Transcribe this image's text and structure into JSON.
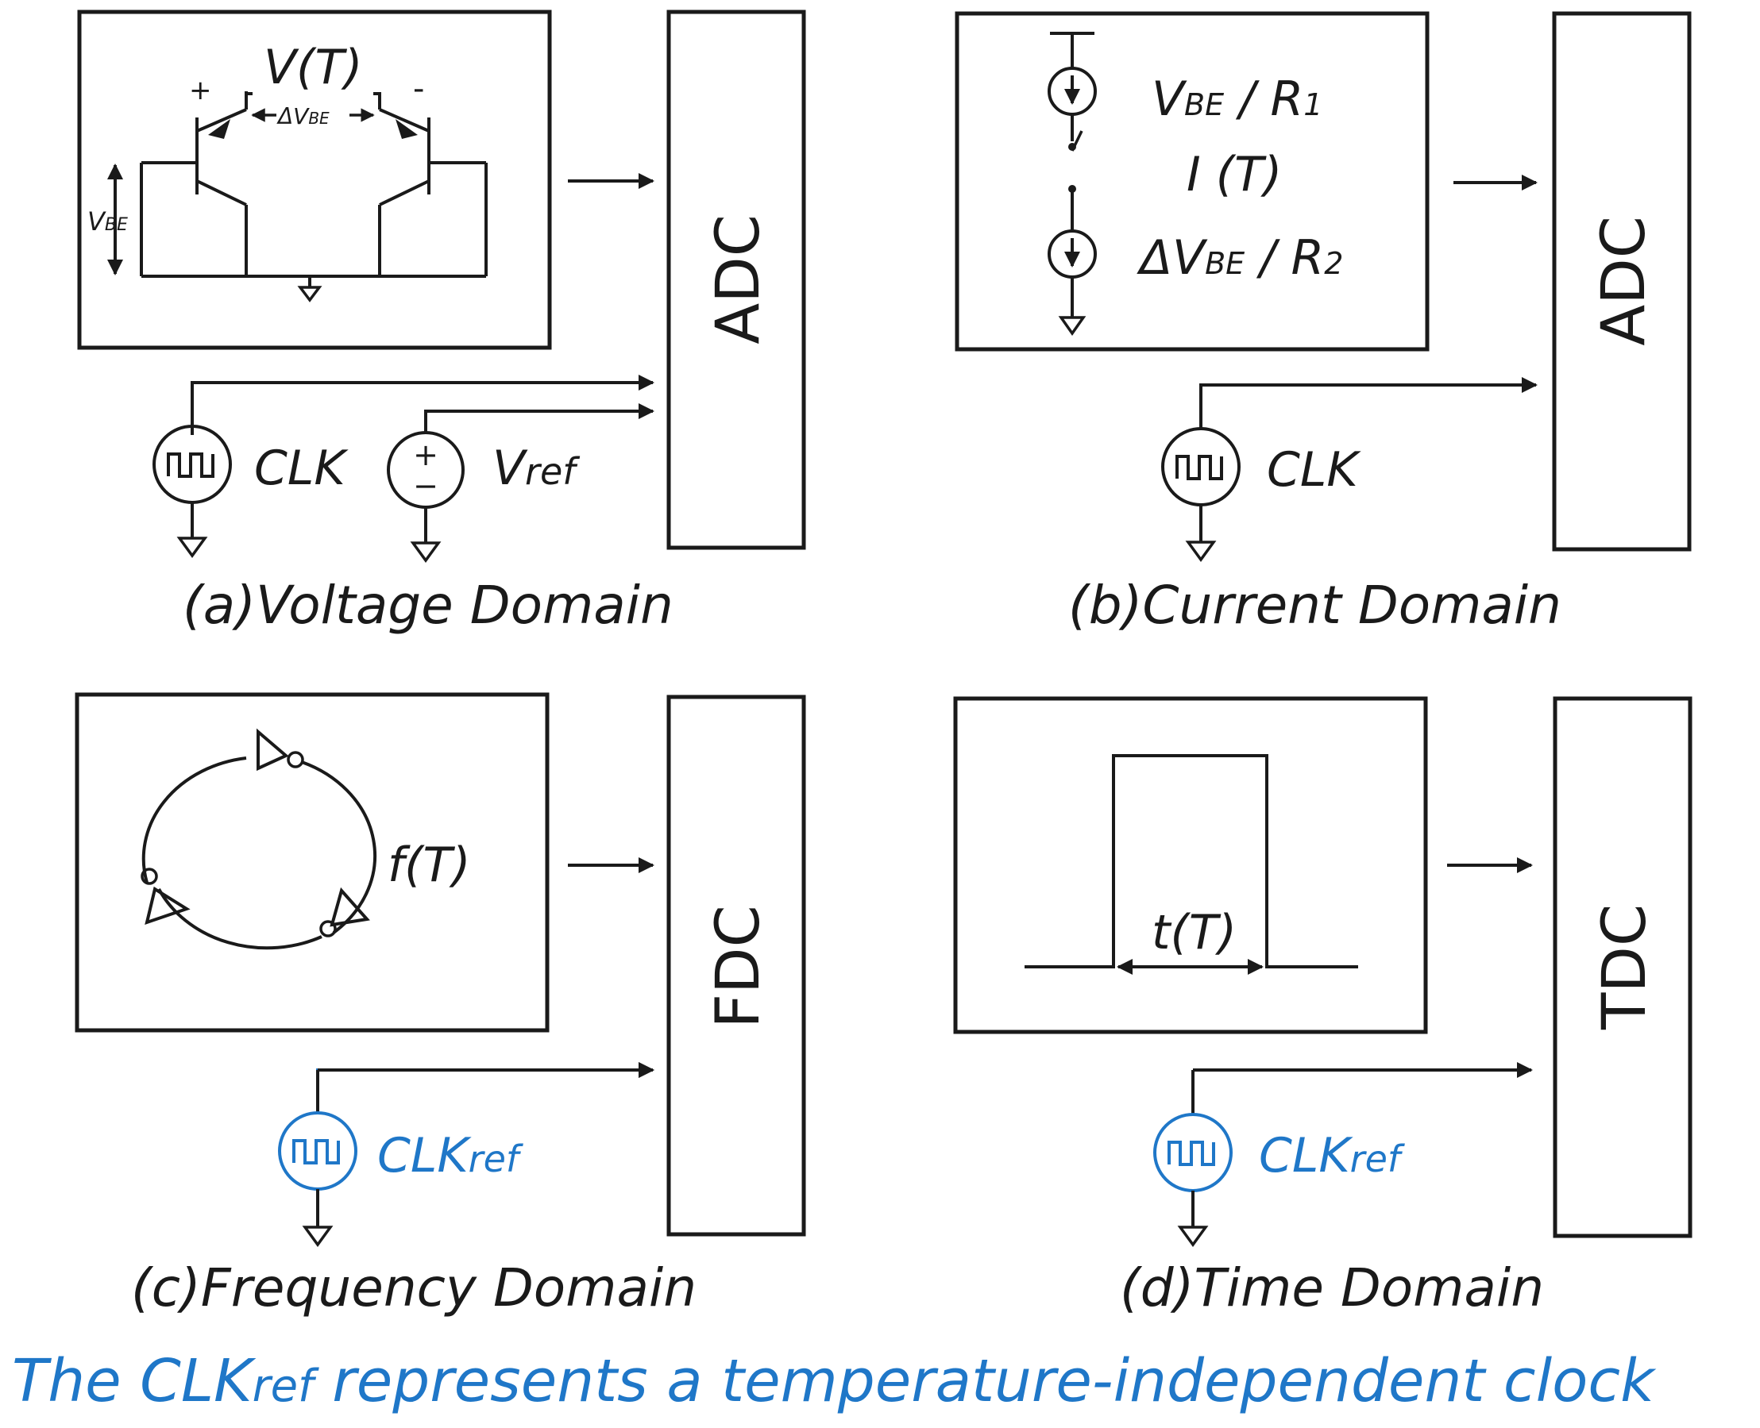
{
  "panels": {
    "a": {
      "caption": "(a)Voltage Domain",
      "converter": "ADC",
      "signal": "V(T)",
      "plus": "+",
      "minus": "-",
      "delta_vbe_prefix": "ΔV",
      "delta_vbe_sub": "BE",
      "vbe_prefix": "V",
      "vbe_sub": "BE",
      "clk_label": "CLK",
      "vref_prefix": "V",
      "vref_sub": "ref",
      "src_plus": "+",
      "src_minus": "−"
    },
    "b": {
      "caption": "(b)Current Domain",
      "converter": "ADC",
      "i1_prefix": "V",
      "i1_sub": "BE",
      "i1_suffix": "/ R",
      "i1_subscript": "1",
      "signal": "I (T)",
      "i2_prefix": "ΔV",
      "i2_sub": "BE",
      "i2_suffix": "/ R",
      "i2_subscript": "2",
      "clk_label": "CLK"
    },
    "c": {
      "caption": "(c)Frequency Domain",
      "converter": "FDC",
      "signal": "f(T)",
      "clk_prefix": "CLK",
      "clk_sub": "ref"
    },
    "d": {
      "caption": "(d)Time Domain",
      "converter": "TDC",
      "signal": "t(T)",
      "clk_prefix": "CLK",
      "clk_sub": "ref"
    }
  },
  "footer": {
    "prefix": "The CLK",
    "sub": "ref",
    "suffix": " represents a temperature-independent clock"
  },
  "colors": {
    "ink": "#1a1a1a",
    "accent_blue": "#1f77c8"
  }
}
